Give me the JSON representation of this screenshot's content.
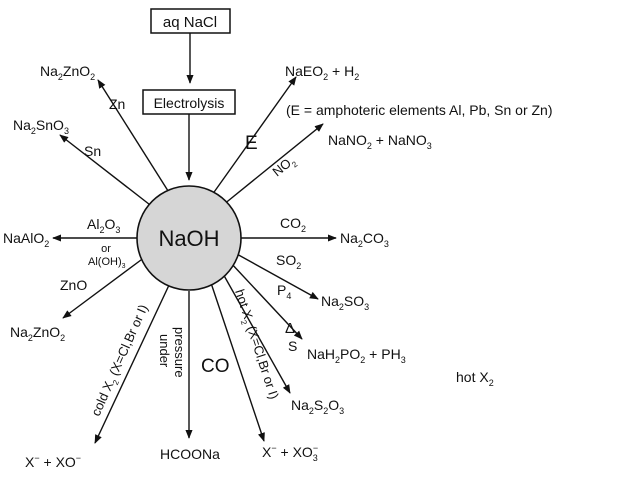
{
  "center": "NaOH",
  "start_box": "aq NaCl",
  "process_box": "Electrolysis",
  "labels": {
    "naeo2": "NaEO",
    "naeo2_sub": "2",
    "naeo2_rest": " + H",
    "naeo2_sub2": "2",
    "amphoteric_note": "(E = amphoteric elements Al, Pb, Sn or Zn)",
    "e": "E",
    "no2": "NO",
    "no2_sub": "2",
    "nano2": "NaNO",
    "nano2_sub": "2",
    "nano2_rest": " + NaNO",
    "nano2_sub2": "3",
    "co2": "CO",
    "co2_sub": "2",
    "na2co3_a": "Na",
    "na2co3_sub1": "2",
    "na2co3_b": "CO",
    "na2co3_sub2": "3",
    "so2": "SO",
    "so2_sub": "2",
    "na2so3_a": "Na",
    "na2so3_sub1": "2",
    "na2so3_b": "SO",
    "na2so3_sub2": "3",
    "p4": "P",
    "p4_sub": "4",
    "delta": "Δ",
    "s": "S",
    "nah2po2_a": "NaH",
    "nah2po2_sub1": "2",
    "nah2po2_b": "PO",
    "nah2po2_sub2": "2",
    "nah2po2_c": " + PH",
    "nah2po2_sub3": "3",
    "hot_x2": "hot X",
    "hot_x2_sub": "2",
    "hot_x2_cond_a": "hot X",
    "hot_x2_cond_sub": "2",
    "hot_x2_cond_b": " (X=Cl,Br or I)",
    "na2s2o3_a": "Na",
    "na2s2o3_sub1": "2",
    "na2s2o3_b": "S",
    "na2s2o3_sub2": "2",
    "na2s2o3_c": "O",
    "na2s2o3_sub3": "3",
    "x_xo3_a": "X",
    "x_xo3_sup1": "−",
    "x_xo3_b": " + XO",
    "x_xo3_sub": "3",
    "x_xo3_sup2": "−",
    "co": "CO",
    "under": "under",
    "pressure": "pressure",
    "hcoona": "HCOONa",
    "cold_a": "cold X",
    "cold_sub": "2",
    "cold_b": " (X=Cl,Br or I)",
    "x_xo_a": "X",
    "x_xo_sup1": "−",
    "x_xo_b": " + XO",
    "x_xo_sup2": "−",
    "zno": "ZnO",
    "na2zno2_low_a": "Na",
    "na2zno2_low_sub1": "2",
    "na2zno2_low_b": "ZnO",
    "na2zno2_low_sub2": "2",
    "al2o3_a": "Al",
    "al2o3_sub1": "2",
    "al2o3_b": "O",
    "al2o3_sub2": "3",
    "or": "or",
    "aloh3_a": "Al(OH)",
    "aloh3_sub": "3",
    "naalo2": "NaAlO",
    "naalo2_sub": "2",
    "sn": "Sn",
    "na2sno3_a": "Na",
    "na2sno3_sub1": "2",
    "na2sno3_b": "SnO",
    "na2sno3_sub2": "3",
    "zn": "Zn",
    "na2zno2_top_a": "Na",
    "na2zno2_top_sub1": "2",
    "na2zno2_top_b": "ZnO",
    "na2zno2_top_sub2": "2"
  }
}
